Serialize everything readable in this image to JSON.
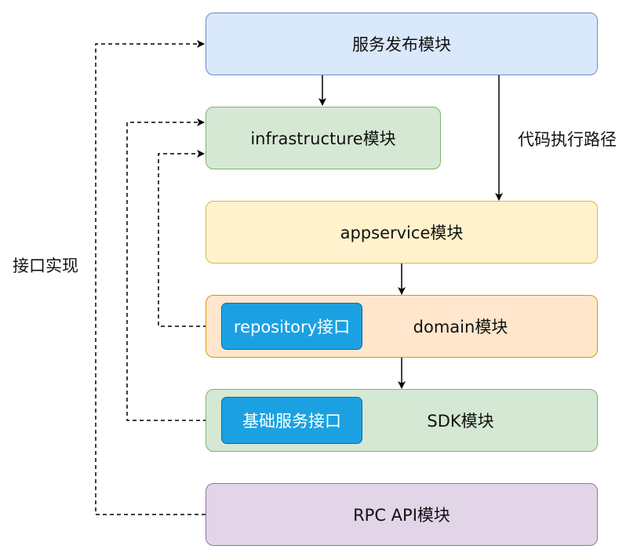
{
  "nodes": {
    "service_publish": "服务发布模块",
    "infrastructure": "infrastructure模块",
    "appservice": "appservice模块",
    "domain": "domain模块",
    "repository_interface": "repository接口",
    "sdk": "SDK模块",
    "base_service_interface": "基础服务接口",
    "rpc_api": "RPC API模块"
  },
  "labels": {
    "execution_path": "代码执行路径",
    "interface_impl": "接口实现"
  },
  "colors": {
    "blue_fill": "#dae8fc",
    "blue_stroke": "#6c8ebf",
    "green_fill": "#d5e8d4",
    "green_stroke": "#82b366",
    "yellow_fill": "#fff2cc",
    "yellow_stroke": "#d6b656",
    "orange_fill": "#ffe6cc",
    "orange_stroke": "#d79b00",
    "purple_fill": "#e1d5e7",
    "purple_stroke": "#9673a6",
    "inner_fill": "#1ba1e2",
    "inner_stroke": "#006eaf"
  }
}
